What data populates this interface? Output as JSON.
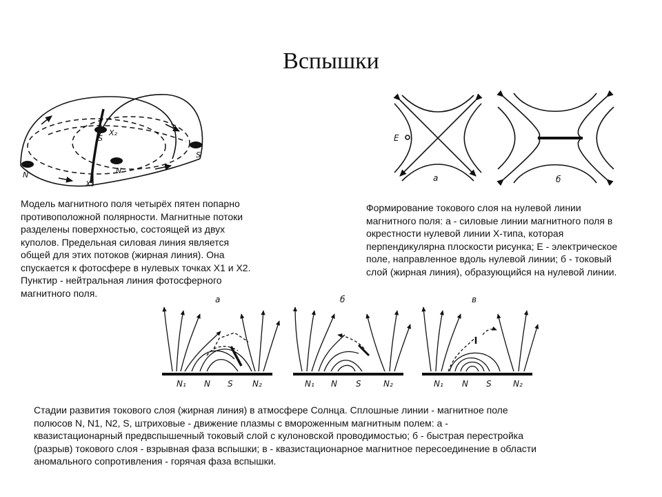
{
  "page": {
    "title": "Вспышки"
  },
  "fig_left": {
    "labels": {
      "n1": "N",
      "s1": "S",
      "x2": "X₂",
      "n2": "N",
      "x1": "X₁",
      "s2": "S"
    },
    "caption": "Модель магнитного поля четырёх пятен попарно\nпротивоположной полярности. Магнитные потоки\nразделены поверхностью, состоящей из двух\nкуполов. Предельная силовая линия является\nобщей для этих потоков (жирная линия). Она\nспускается к фотосфере в нулевых точках X1 и X2.\nПунктир - нейтральная линия фотосферного\nмагнитного поля."
  },
  "fig_right": {
    "labels": {
      "e": "E",
      "a": "а",
      "b": "б"
    },
    "caption": "Формирование токового слоя на нулевой линии\nмагнитного поля: а - силовые линии магнитного поля в\nокрестности нулевой линии Х-типа, которая\nперпендикулярна плоскости рисунка; Е - электрическое\nполе, направленное вдоль нулевой линии; б - токовый\nслой (жирная линия), образующийся на нулевой линии."
  },
  "fig_bottom": {
    "panel_labels": [
      "а",
      "б",
      "в"
    ],
    "pole_labels": {
      "n1": "N₁",
      "n": "N",
      "s": "S",
      "n2": "N₂"
    },
    "caption": "Стадии развития токового слоя (жирная линия) в атмосфере Солнца. Сплошные линии - магнитное поле\nполюсов N, N1, N2, S, штриховые - движение плазмы с вмороженным магнитным полем: а -\nквазистационарный предвспышечный токовый слой с кулоновской проводимостью; б - быстрая перестройка\n(разрыв) токового слоя - взрывная фаза вспышки; в - квазистационарное магнитное пересоединение в области\nаномального сопротивления - горячая фаза вспышки."
  }
}
